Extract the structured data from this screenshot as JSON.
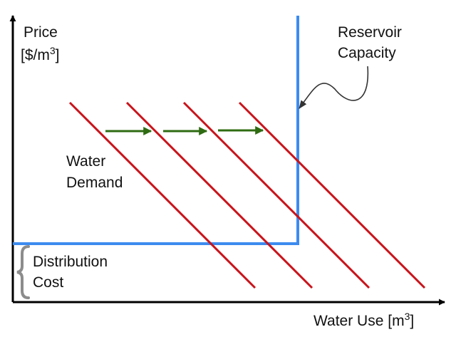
{
  "axes": {
    "y_label_line1": "Price",
    "y_label_line2_prefix": "[$/m",
    "y_label_sup": "3",
    "y_label_line2_suffix": "]",
    "x_label_prefix": "Water Use [m",
    "x_label_sup": "3",
    "x_label_suffix": "]"
  },
  "labels": {
    "reservoir_line1": "Reservoir",
    "reservoir_line2": "Capacity",
    "demand_line1": "Water",
    "demand_line2": "Demand",
    "distribution_line1": "Distribution",
    "distribution_line2": "Cost"
  },
  "colors": {
    "axis": "#000000",
    "supply": "#3d8bef",
    "demand": "#c8141b",
    "shift_arrow": "#2f6b12",
    "callout": "#333333",
    "brace": "#8c8c8c"
  },
  "icons": {
    "brace": "curly-brace-icon",
    "shift_arrow": "right-arrow-icon"
  }
}
